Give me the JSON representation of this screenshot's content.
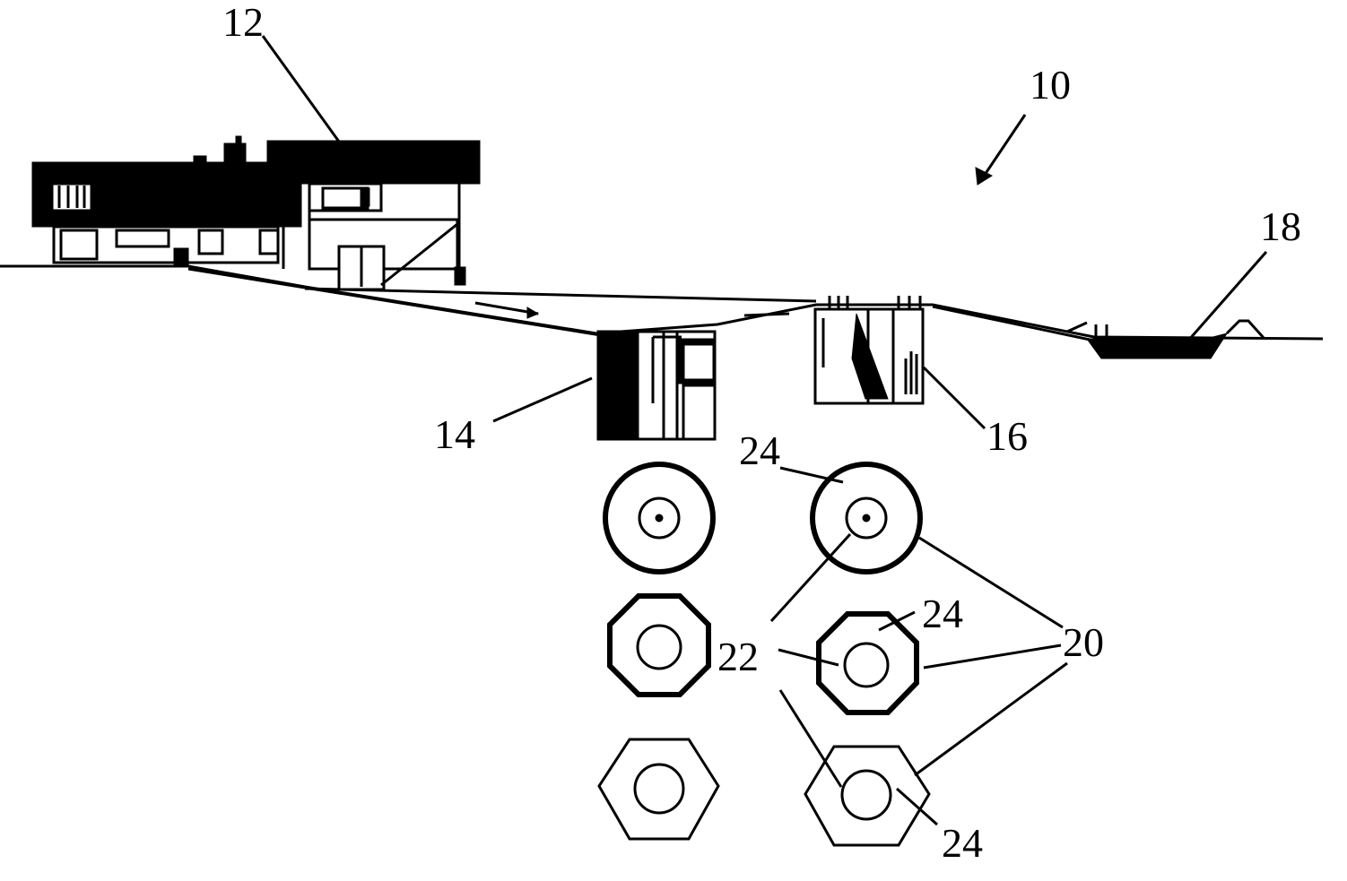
{
  "figure": {
    "labels": {
      "system": "10",
      "house": "12",
      "first_tank": "14",
      "second_tank": "16",
      "outlet_ditch": "18",
      "carrier_element": "20",
      "core_opening": "22",
      "fin_ring": "24"
    },
    "colors": {
      "ink": "#000000",
      "paper": "#ffffff"
    }
  }
}
